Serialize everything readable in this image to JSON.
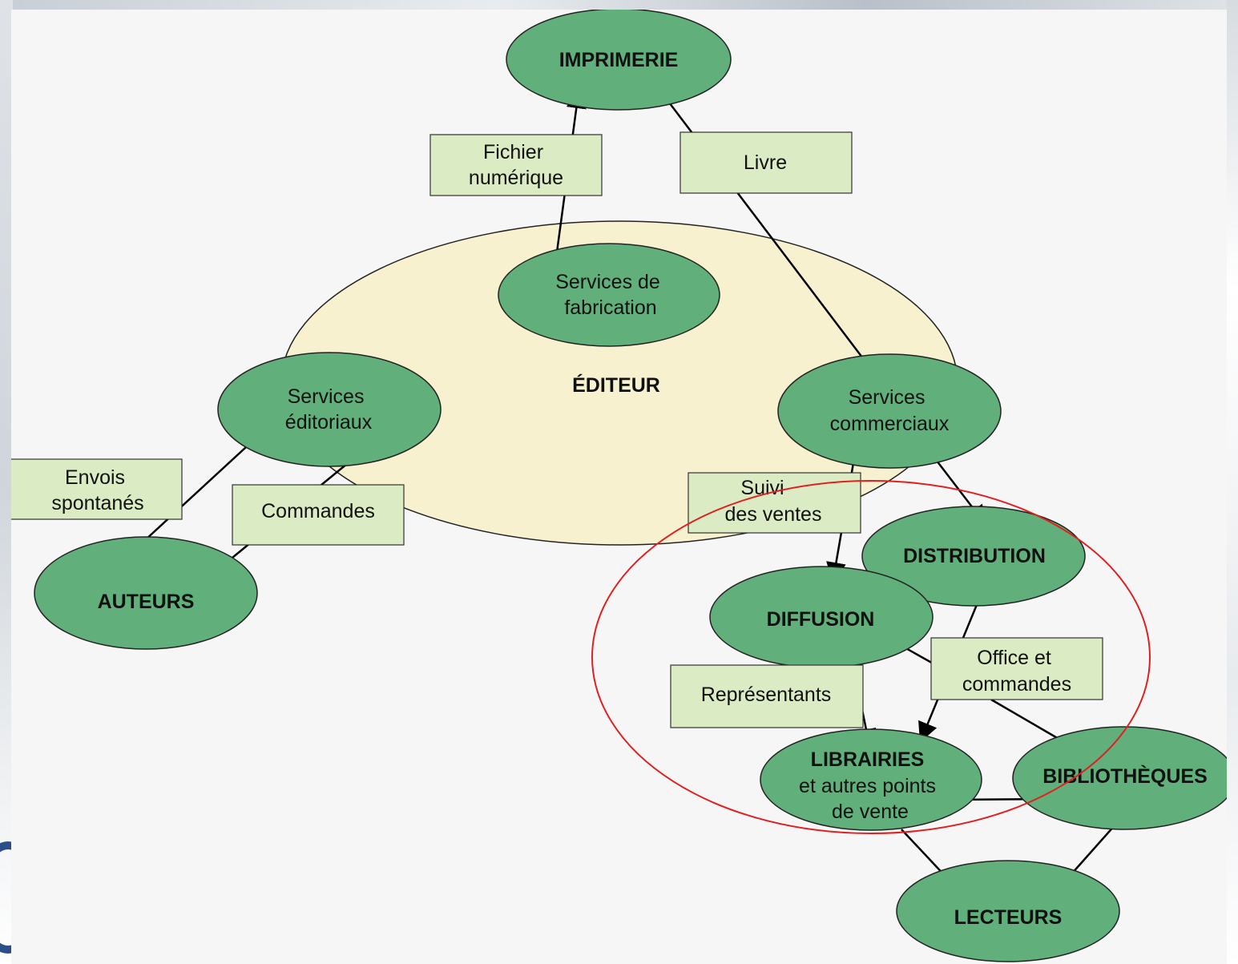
{
  "center_label": "ÉDITEUR",
  "nodes": {
    "imprimerie": [
      "IMPRIMERIE"
    ],
    "services_fabrication": [
      "Services de",
      "fabrication"
    ],
    "services_editoriaux": [
      "Services",
      "éditoriaux"
    ],
    "services_commerciaux": [
      "Services",
      "commerciaux"
    ],
    "auteurs": [
      "AUTEURS"
    ],
    "distribution": [
      "DISTRIBUTION"
    ],
    "diffusion": [
      "DIFFUSION"
    ],
    "librairies": [
      "LIBRAIRIES",
      "et autres points",
      "de vente"
    ],
    "bibliotheques": [
      "BIBLIOTHÈQUES"
    ],
    "lecteurs": [
      "LECTEURS"
    ]
  },
  "flow_labels": {
    "fichier_numerique": [
      "Fichier",
      "numérique"
    ],
    "livre": [
      "Livre"
    ],
    "envois_spontanes": [
      "Envois",
      "spontanés"
    ],
    "commandes": [
      "Commandes"
    ],
    "suivi_des_ventes": [
      "Suivi",
      "des ventes"
    ],
    "representants": [
      "Représentants"
    ],
    "office_et_commandes": [
      "Office et",
      "commandes"
    ]
  },
  "colors": {
    "node_fill": "#61b07b",
    "editeur_fill": "#f8f1cf",
    "label_box_fill": "#dbecc5",
    "highlight_circle": "#e02020"
  }
}
